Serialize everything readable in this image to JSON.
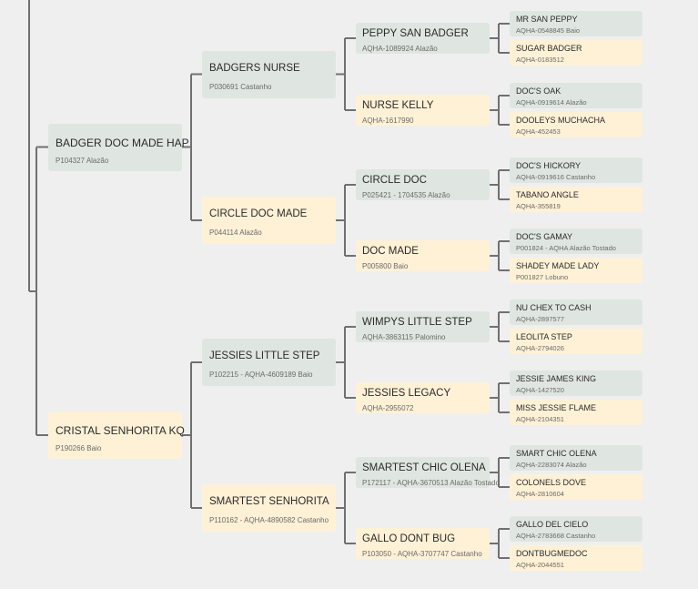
{
  "pedigree": {
    "sire": {
      "name": "BADGER DOC MADE HAP",
      "reg": "P104327 Alazão",
      "sex": "m",
      "sire": {
        "name": "BADGERS NURSE",
        "reg": "P030691 Castanho",
        "sex": "m",
        "sire": {
          "name": "PEPPY SAN BADGER",
          "reg": "AQHA-1089924 Alazão",
          "sex": "m",
          "sire": {
            "name": "MR SAN PEPPY",
            "reg": "AQHA-0548845 Baio",
            "sex": "m"
          },
          "dam": {
            "name": "SUGAR BADGER",
            "reg": "AQHA-0183512",
            "sex": "f"
          }
        },
        "dam": {
          "name": "NURSE KELLY",
          "reg": "AQHA-1617990",
          "sex": "f",
          "sire": {
            "name": "DOC'S OAK",
            "reg": "AQHA-0919614 Alazão",
            "sex": "m"
          },
          "dam": {
            "name": "DOOLEYS MUCHACHA",
            "reg": "AQHA-452453",
            "sex": "f"
          }
        }
      },
      "dam": {
        "name": "CIRCLE DOC MADE",
        "reg": "P044114 Alazão",
        "sex": "f",
        "sire": {
          "name": "CIRCLE DOC",
          "reg": "P025421 - 1704535 Alazão",
          "sex": "m",
          "sire": {
            "name": "DOC'S HICKORY",
            "reg": "AQHA-0919616 Castanho",
            "sex": "m"
          },
          "dam": {
            "name": "TABANO ANGLE",
            "reg": "AQHA-355819",
            "sex": "f"
          }
        },
        "dam": {
          "name": "DOC MADE",
          "reg": "P005800 Baio",
          "sex": "f",
          "sire": {
            "name": "DOC'S GAMAY",
            "reg": "P001824 - AQHA Alazão Tostado",
            "sex": "m"
          },
          "dam": {
            "name": "SHADEY MADE LADY",
            "reg": "P001827 Lobuno",
            "sex": "f"
          }
        }
      }
    },
    "dam": {
      "name": "CRISTAL SENHORITA KQ",
      "reg": "P190266 Baio",
      "sex": "f",
      "sire": {
        "name": "JESSIES LITTLE STEP",
        "reg": "P102215 - AQHA-4609189 Baio",
        "sex": "m",
        "sire": {
          "name": "WIMPYS LITTLE STEP",
          "reg": "AQHA-3863115 Palomino",
          "sex": "m",
          "sire": {
            "name": "NU CHEX TO CASH",
            "reg": "AQHA-2897577",
            "sex": "m"
          },
          "dam": {
            "name": "LEOLITA STEP",
            "reg": "AQHA-2794026",
            "sex": "f"
          }
        },
        "dam": {
          "name": "JESSIES LEGACY",
          "reg": "AQHA-2955072",
          "sex": "f",
          "sire": {
            "name": "JESSIE JAMES KING",
            "reg": "AQHA-1427520",
            "sex": "m"
          },
          "dam": {
            "name": "MISS JESSIE FLAME",
            "reg": "AQHA-2104351",
            "sex": "f"
          }
        }
      },
      "dam": {
        "name": "SMARTEST SENHORITA",
        "reg": "P110162 - AQHA-4890582 Castanho",
        "sex": "f",
        "sire": {
          "name": "SMARTEST CHIC OLENA",
          "reg": "P172117 - AQHA-3670513 Alazão Tostado",
          "sex": "m",
          "sire": {
            "name": "SMART CHIC OLENA",
            "reg": "AQHA-2283074 Alazão",
            "sex": "m"
          },
          "dam": {
            "name": "COLONELS DOVE",
            "reg": "AQHA-2810604",
            "sex": "f"
          }
        },
        "dam": {
          "name": "GALLO DONT BUG",
          "reg": "P103050 - AQHA-3707747 Castanho",
          "sex": "f",
          "sire": {
            "name": "GALLO DEL CIELO",
            "reg": "AQHA-2783668 Castanho",
            "sex": "m"
          },
          "dam": {
            "name": "DONTBUGMEDOC",
            "reg": "AQHA-2044551",
            "sex": "f"
          }
        }
      }
    }
  },
  "colors": {
    "background": "#efefef",
    "male_box": "#dfe6e1",
    "female_box": "#fff1d6",
    "connector": "#707070"
  }
}
